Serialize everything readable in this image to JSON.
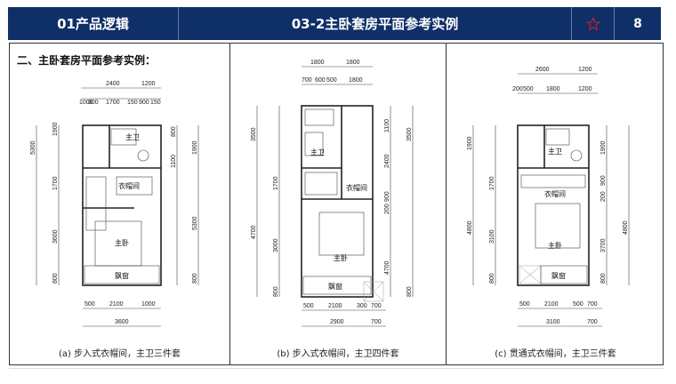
{
  "header": {
    "section": "01产品逻辑",
    "title": "03-2主卧套房平面参考实例",
    "page_number": "8",
    "star_color": "#d21f2a"
  },
  "heading": "二、主卧套房平面参考实例：",
  "panels": [
    {
      "caption": "(a) 步入式衣帽间，主卫三件套",
      "top_dims": {
        "row1": [
          "2400",
          "1200"
        ],
        "row2": [
          "1000",
          "800",
          "1700",
          "150",
          "900",
          "150"
        ]
      },
      "left_dims": [
        "1900",
        "1700",
        "3600",
        "800"
      ],
      "left_total": "5300",
      "right_dims": [
        "800",
        "1100",
        "1900",
        "800"
      ],
      "right_total": "5300",
      "bottom_dims": [
        "500",
        "2100",
        "1000"
      ],
      "bottom_total": "3600",
      "rooms": {
        "bath": "主卫",
        "closet": "衣帽间",
        "master": "主卧",
        "window": "飘窗"
      }
    },
    {
      "caption": "(b) 步入式衣帽间，主卫四件套",
      "top_dims": {
        "row1": [
          "1800",
          "1800"
        ],
        "row2": [
          "700",
          "600",
          "500",
          "1800"
        ]
      },
      "left_dims": [
        "3500",
        "1700",
        "3000",
        "800"
      ],
      "left_total": "4700",
      "right_dims": [
        "1100",
        "2400",
        "900",
        "200",
        "4700",
        "800"
      ],
      "right_total": "3500",
      "bottom_dims": [
        "500",
        "2100",
        "300",
        "700"
      ],
      "bottom_total": "2900",
      "bottom_extra": "700",
      "rooms": {
        "bath": "主卫",
        "closet": "衣帽间",
        "master": "主卧",
        "window": "飘窗"
      }
    },
    {
      "caption": "(c) 贯通式衣帽间，主卫三件套",
      "top_dims": {
        "row1": [
          "2600",
          "1200"
        ],
        "row2": [
          "200",
          "500",
          "1800",
          "1200"
        ]
      },
      "left_dims": [
        "1900",
        "1700",
        "3100",
        "800"
      ],
      "left_total": "4800",
      "right_dims": [
        "1900",
        "900",
        "200",
        "3700",
        "800"
      ],
      "right_total": "4800",
      "bottom_dims": [
        "500",
        "2100",
        "500",
        "700"
      ],
      "bottom_total": "3100",
      "bottom_extra": "700",
      "rooms": {
        "bath": "主卫",
        "closet": "衣帽间",
        "master": "主卧",
        "window": "飘窗"
      }
    }
  ]
}
